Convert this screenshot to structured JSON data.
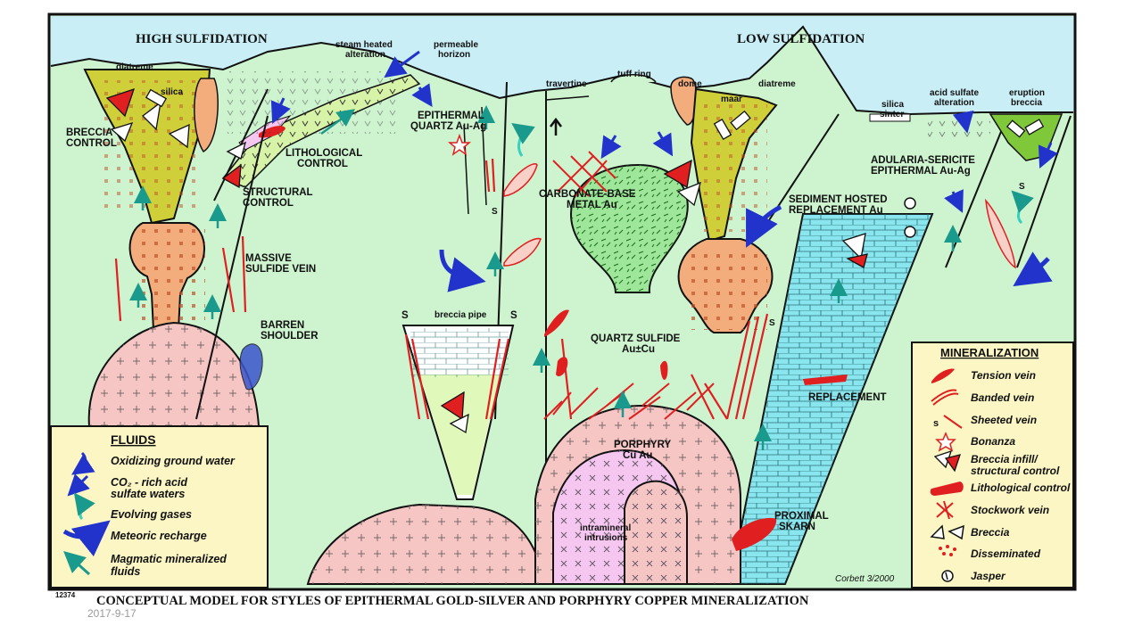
{
  "figure_id": "12374",
  "title": "CONCEPTUAL MODEL FOR STYLES OF EPITHERMAL GOLD-SILVER AND PORPHYRY COPPER MINERALIZATION",
  "date": "2017-9-17",
  "credit": "Corbett 3/2000",
  "colors": {
    "sky": "#c9eef6",
    "ground": "#cdf3cf",
    "intrusion": "#f6c6c4",
    "porphyry": "#f4c6f0",
    "pluton_head": "#f3ad7c",
    "olive": "#cfcf3a",
    "limestone": "#89e6ee",
    "stockwork": "#9ee79a",
    "legend_bg": "#fbf6c4",
    "vein_red": "#e02020",
    "arrow_blue": "#2233cc",
    "arrow_teal": "#1a9a8c"
  },
  "headings": {
    "high": "HIGH SULFIDATION",
    "low": "LOW SULFIDATION"
  },
  "labels": {
    "diatreme_left": "diatreme",
    "silica": "silica",
    "steam_heated": "steam heated",
    "alteration": "alteration",
    "permeable": "permeable",
    "horizon": "horizon",
    "breccia_control_1": "BRECCIA",
    "breccia_control_2": "CONTROL",
    "lithological_1": "LITHOLOGICAL",
    "lithological_2": "CONTROL",
    "structural_1": "STRUCTURAL",
    "structural_2": "CONTROL",
    "epithermal_1": "EPITHERMAL",
    "epithermal_2": "QUARTZ Au-Ag",
    "massive_1": "MASSIVE",
    "massive_2": "SULFIDE VEIN",
    "barren_1": "BARREN",
    "barren_2": "SHOULDER",
    "breccia_pipe": "breccia pipe",
    "s": "S",
    "travertine": "travertine",
    "tuff_ring": "tuff ring",
    "dome": "dome",
    "maar": "maar",
    "diatreme_right": "diatreme",
    "carbonate_1": "CARBONATE-BASE",
    "carbonate_2": "METAL Au",
    "quartz_sulfide_1": "QUARTZ SULFIDE",
    "quartz_sulfide_2": "Au±Cu",
    "porphyry_1": "PORPHYRY",
    "porphyry_2": "Cu Au",
    "intramineral_1": "intramineral",
    "intramineral_2": "intrusions",
    "silica_sinter_1": "silica",
    "silica_sinter_2": "sinter",
    "acid_sulfate_1": "acid sulfate",
    "acid_sulfate_2": "alteration",
    "eruption_1": "eruption",
    "eruption_2": "breccia",
    "adularia_1": "ADULARIA-SERICITE",
    "adularia_2": "EPITHERMAL Au-Ag",
    "sediment_1": "SEDIMENT HOSTED",
    "sediment_2": "REPLACEMENT Au",
    "replacement": "REPLACEMENT",
    "proximal_1": "PROXIMAL",
    "proximal_2": "SKARN"
  },
  "fluids_legend": {
    "title": "FLUIDS",
    "items": [
      {
        "icon": "oxidizing-arrow-icon",
        "text": "Oxidizing ground water"
      },
      {
        "icon": "co2-arrow-icon",
        "text": "CO₂ - rich acid"
      },
      {
        "icon": "",
        "text": "sulfate waters"
      },
      {
        "icon": "gas-arrow-icon",
        "text": "Evolving gases"
      },
      {
        "icon": "meteoric-arrow-icon",
        "text": "Meteoric recharge"
      },
      {
        "icon": "magmatic-arrow-icon",
        "text": "Magmatic mineralized"
      },
      {
        "icon": "",
        "text": "fluids"
      }
    ]
  },
  "mineralization_legend": {
    "title": "MINERALIZATION",
    "items": [
      {
        "icon": "tension-vein-icon",
        "text": "Tension vein"
      },
      {
        "icon": "banded-vein-icon",
        "text": "Banded vein"
      },
      {
        "icon": "sheeted-vein-icon",
        "text": "Sheeted vein"
      },
      {
        "icon": "bonanza-icon",
        "text": "Bonanza"
      },
      {
        "icon": "breccia-infill-icon",
        "text": "Breccia infill/"
      },
      {
        "icon": "",
        "text": "structural control"
      },
      {
        "icon": "lithological-control-icon",
        "text": "Lithological control"
      },
      {
        "icon": "stockwork-vein-icon",
        "text": "Stockwork vein"
      },
      {
        "icon": "breccia-icon",
        "text": "Breccia"
      },
      {
        "icon": "disseminated-icon",
        "text": "Disseminated"
      },
      {
        "icon": "jasper-icon",
        "text": "Jasper"
      }
    ]
  }
}
